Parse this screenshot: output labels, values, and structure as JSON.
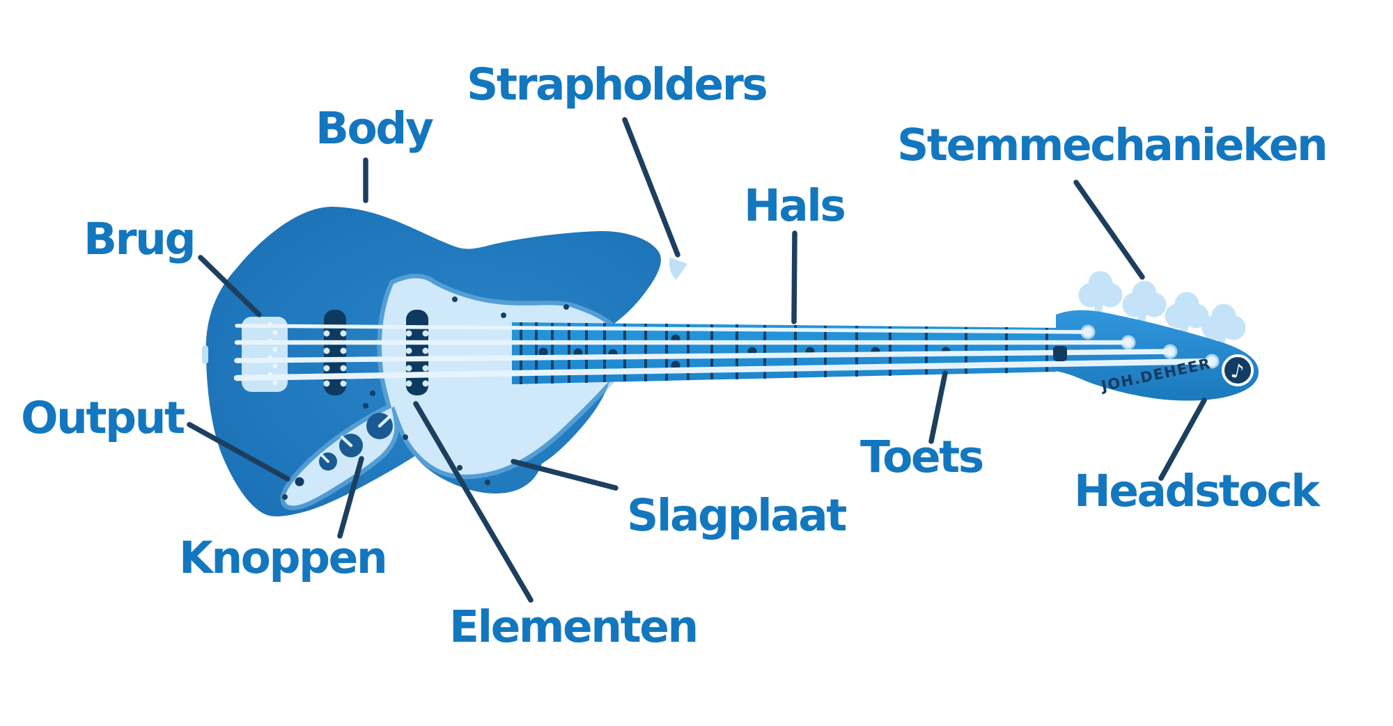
{
  "diagram": {
    "subject": "bass-guitar-parts-diagram",
    "language": "Dutch",
    "brand_text": "JOH.DEHEER"
  },
  "icons": {
    "music_note": "♪"
  },
  "colors": {
    "background": "#ffffff",
    "label_text": "#1377bf",
    "leader_line": "#1d3f5f",
    "body_fill": "#1b73b9",
    "body_fill_light": "#2b85c6",
    "pickguard_fill": "#cfe9fb",
    "pickguard_glow": "#7cb9e6",
    "neck_fill": "#2190d6",
    "fret_dark": "#153f63",
    "hardware_dark": "#0e3a60",
    "knob_fill": "#1a5a92",
    "string_light": "#e7f4fd",
    "bridge_fill": "#c9e5f8",
    "tuner_light": "#c5e3f8",
    "headstock_fill": "#2b90d6"
  },
  "labels": [
    {
      "id": "body",
      "text": "Body"
    },
    {
      "id": "strapholders",
      "text": "Strapholders"
    },
    {
      "id": "brug",
      "text": "Brug"
    },
    {
      "id": "output",
      "text": "Output"
    },
    {
      "id": "knoppen",
      "text": "Knoppen"
    },
    {
      "id": "elementen",
      "text": "Elementen"
    },
    {
      "id": "slagplaat",
      "text": "Slagplaat"
    },
    {
      "id": "hals",
      "text": "Hals"
    },
    {
      "id": "toets",
      "text": "Toets"
    },
    {
      "id": "stemmechanieken",
      "text": "Stemmechanieken"
    },
    {
      "id": "headstock",
      "text": "Headstock"
    }
  ]
}
